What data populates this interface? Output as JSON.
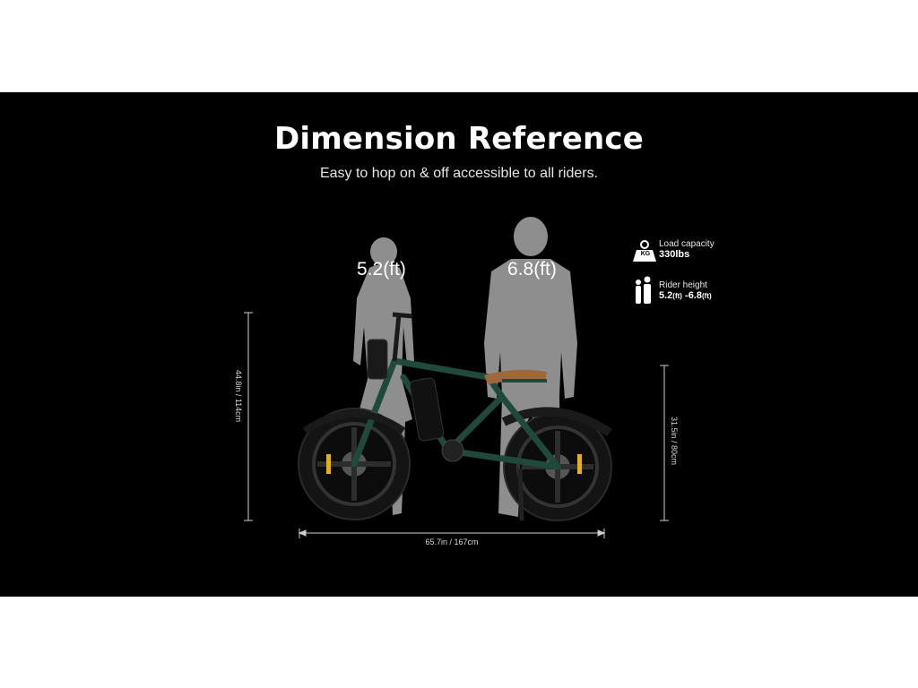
{
  "title": "Dimension Reference",
  "subtitle": "Easy to hop on & off accessible to all riders.",
  "riders": [
    {
      "height": "5.2(ft)"
    },
    {
      "height": "6.8(ft)"
    }
  ],
  "specs": {
    "load": {
      "icon": "weight-kg-icon",
      "icon_text": "KG",
      "label": "Load capacity",
      "value": "330lbs"
    },
    "rider": {
      "icon": "riders-icon",
      "label": "Rider height",
      "value_a": "5.2",
      "unit_a": "(ft)",
      "sep": " -",
      "value_b": "6.8",
      "unit_b": "(ft)"
    }
  },
  "dimensions": {
    "overall_height": "44.8in / 114cm",
    "seat_height": "31.5in / 80cm",
    "length": "65.7in / 167cm"
  },
  "colors": {
    "background": "#000000",
    "frame": "#1f4a3a",
    "seat": "#a0683a",
    "silhouette": "#8e8e8e"
  }
}
